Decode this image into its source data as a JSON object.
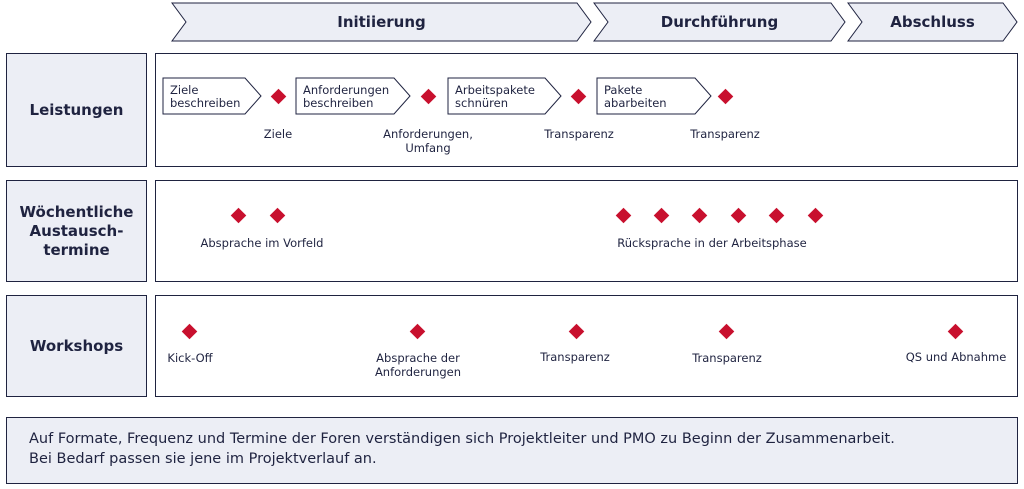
{
  "phases": [
    "Initiierung",
    "Durchführung",
    "Abschluss"
  ],
  "rows": {
    "leistungen": "Leistungen",
    "austausch": [
      "Wöchentliche",
      "Austausch-",
      "termine"
    ],
    "workshops": "Workshops"
  },
  "leistungen": {
    "steps": [
      [
        "Ziele",
        "beschreiben"
      ],
      [
        "Anforderungen",
        "beschreiben"
      ],
      [
        "Arbeitspakete",
        "schnüren"
      ],
      [
        "Pakete",
        "abarbeiten"
      ]
    ],
    "milestones": [
      [
        "Ziele"
      ],
      [
        "Anforderungen,",
        "Umfang"
      ],
      [
        "Transparenz"
      ],
      [
        "Transparenz"
      ]
    ]
  },
  "austausch": {
    "captions": [
      "Absprache im Vorfeld",
      "Rücksprache in der Arbeitsphase"
    ]
  },
  "workshops": {
    "captions": [
      [
        "Kick-Off"
      ],
      [
        "Absprache der",
        "Anforderungen"
      ],
      [
        "Transparenz"
      ],
      [
        "Transparenz"
      ],
      [
        "QS und Abnahme"
      ]
    ]
  },
  "note": [
    "Auf Formate, Frequenz und Termine der Foren verständigen sich Projektleiter und PMO zu Beginn der Zusammenarbeit.",
    "Bei Bedarf passen sie jene im Projektverlauf an."
  ],
  "colors": {
    "navy": "#1f2340",
    "fill": "#eceef5",
    "diamond": "#c8102e"
  }
}
